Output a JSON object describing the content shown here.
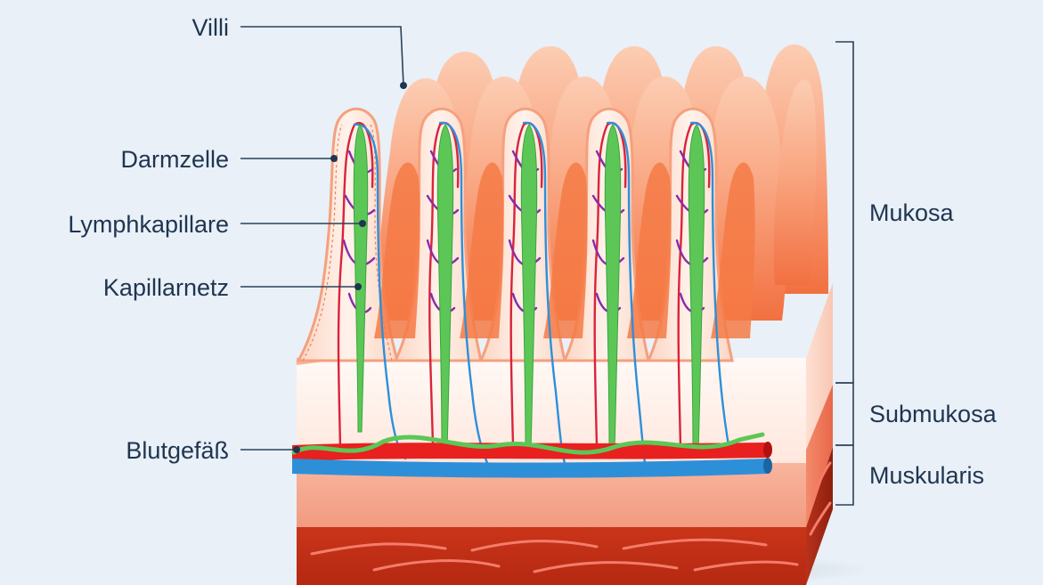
{
  "labels_left": {
    "villi": "Villi",
    "darmzelle": "Darmzelle",
    "lymphkapillare": "Lymphkapillare",
    "kapillarnetz": "Kapillarnetz",
    "blutgefaess": "Blutgefäß"
  },
  "labels_right": {
    "mukosa": "Mukosa",
    "submukosa": "Submukosa",
    "muskularis": "Muskularis"
  },
  "colors": {
    "background": "#e9f0f7",
    "villus_light": "#fbc4a8",
    "villus_dark": "#f47a45",
    "mucosa_face": "#fff5f1",
    "submucosa": "#f5a890",
    "muscularis": "#c8341a",
    "artery": "#e8201f",
    "vein": "#2e8fd9",
    "lymph": "#5cc757",
    "capillary_red": "#d9243b",
    "capillary_purple": "#8b2aa8",
    "text": "#1f3550"
  }
}
